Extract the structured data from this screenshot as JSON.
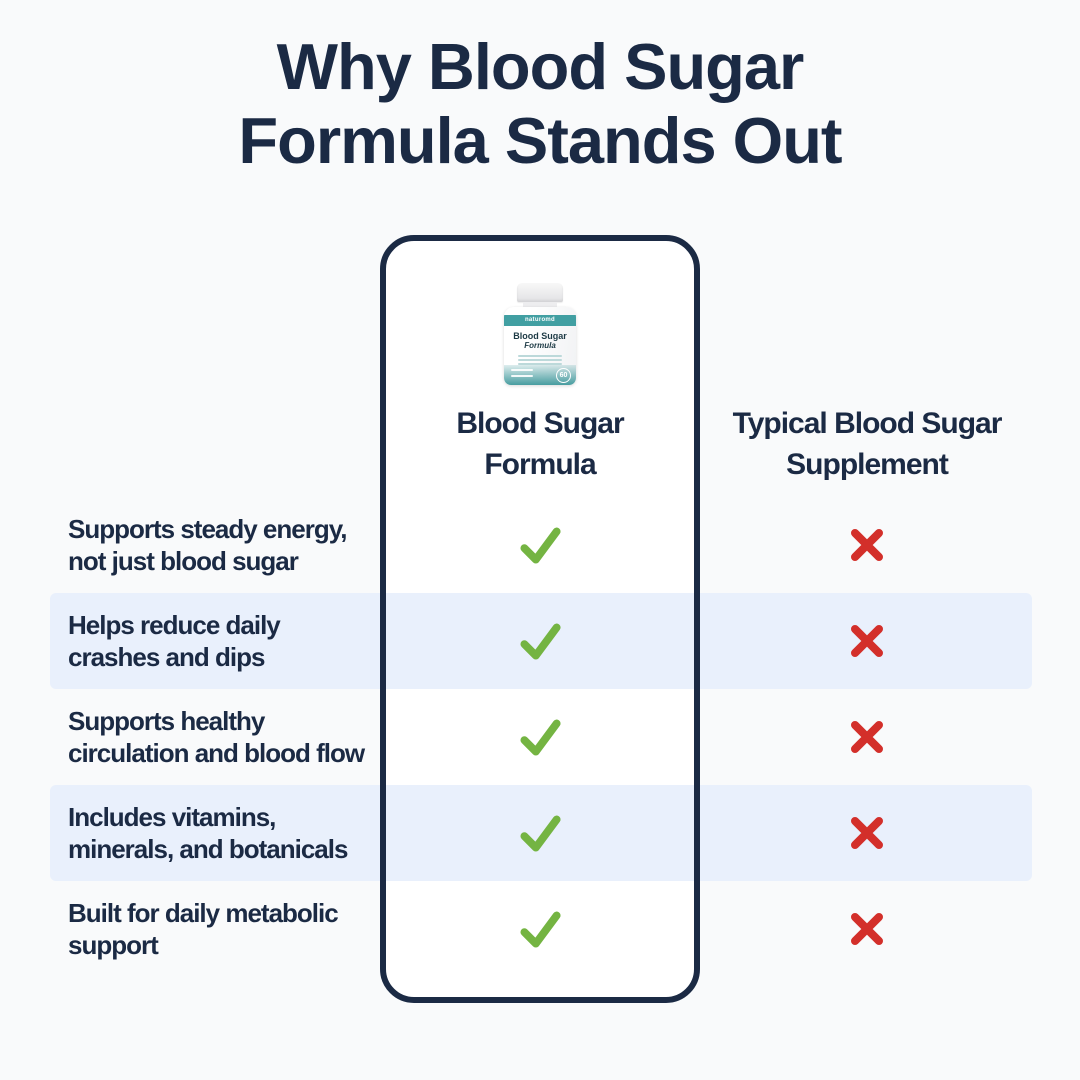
{
  "title": {
    "line1": "Why Blood Sugar",
    "line2": "Formula Stands Out"
  },
  "bottle": {
    "brand": "naturomd",
    "label_line1": "Blood Sugar",
    "label_line2": "Formula",
    "count": "60"
  },
  "columns": {
    "product": {
      "line1": "Blood Sugar",
      "line2": "Formula"
    },
    "competitor": {
      "line1": "Typical Blood Sugar",
      "line2": "Supplement"
    }
  },
  "comparison": {
    "rows": [
      {
        "feature_line1": "Supports steady energy,",
        "feature_line2": "not just blood sugar",
        "product": "check",
        "competitor": "cross"
      },
      {
        "feature_line1": "Helps reduce daily",
        "feature_line2": "crashes and dips",
        "product": "check",
        "competitor": "cross"
      },
      {
        "feature_line1": "Supports healthy",
        "feature_line2": "circulation and blood flow",
        "product": "check",
        "competitor": "cross"
      },
      {
        "feature_line1": "Includes vitamins,",
        "feature_line2": "minerals, and botanicals",
        "product": "check",
        "competitor": "cross"
      },
      {
        "feature_line1": "Built for daily metabolic",
        "feature_line2": "support",
        "product": "check",
        "competitor": "cross"
      }
    ]
  },
  "colors": {
    "navy": "#1b2a44",
    "green": "#74b442",
    "red": "#d32f2a",
    "stripe": "#e9f0fc",
    "page_bg": "#f9fafb",
    "card_bg": "#ffffff",
    "teal": "#419fa2"
  }
}
